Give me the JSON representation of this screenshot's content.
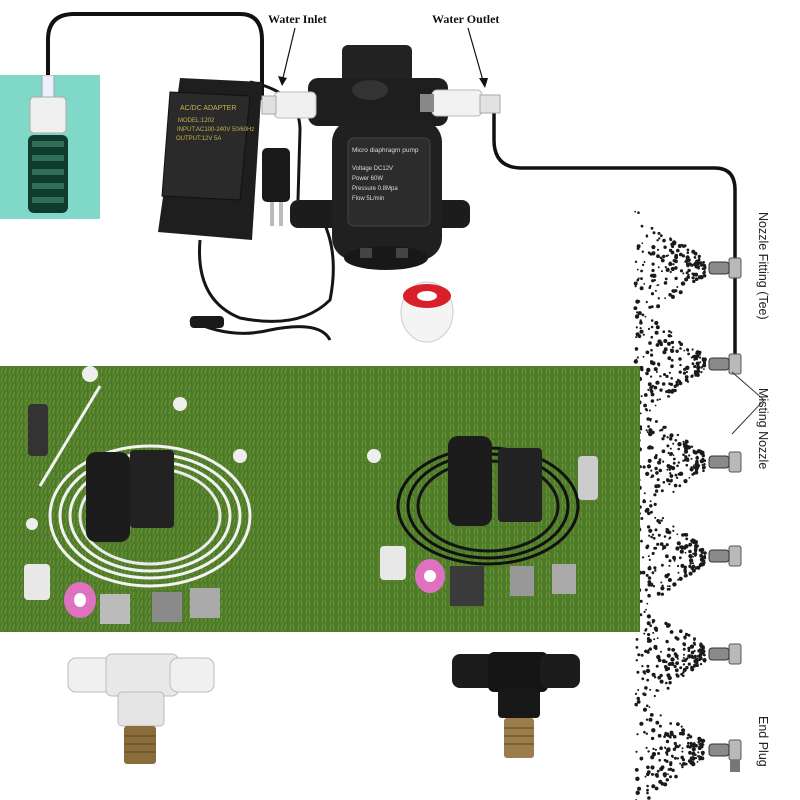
{
  "labels": {
    "water_inlet": "Water Inlet",
    "water_outlet": "Water Outlet",
    "nozzle_fitting": "Nozzle Fitting (Tee)",
    "misting_nozzle": "Misting Nozzle",
    "end_plug": "End Plug"
  },
  "adapter": {
    "title": "AC/DC ADAPTER",
    "lines": [
      "MODEL:1202",
      "INPUT:AC100-240V 50/60Hz",
      "OUTPUT:12V 5A"
    ]
  },
  "pump": {
    "title": "Micro diaphragm pump",
    "specs": [
      "Voltage  DC12V",
      "Power  60W",
      "Pressure  0.8Mpa",
      "Flow  5L/min"
    ]
  },
  "colors": {
    "grass": "#4f7a2a",
    "tube_black": "#111111",
    "filter_bg": "#7fd8c8",
    "white_kit_tube": "#f2f2f2"
  }
}
